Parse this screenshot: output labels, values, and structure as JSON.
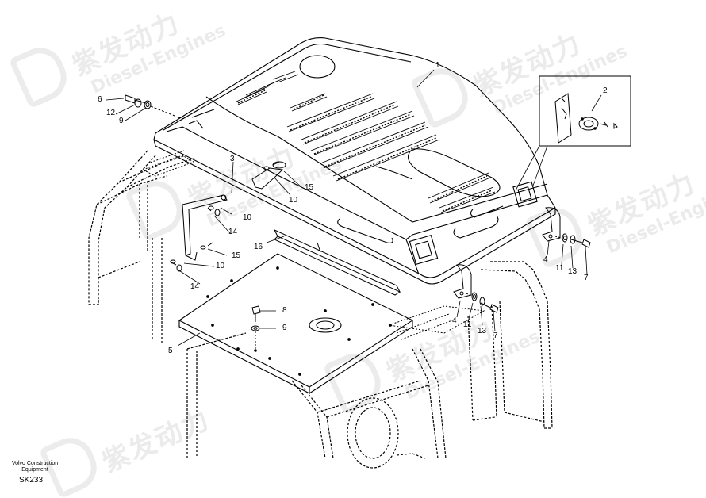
{
  "watermark": {
    "brand_cn": "紫发动力",
    "brand_en": "Diesel-Engines"
  },
  "footer": {
    "company": "Volvo Construction",
    "subtitle": "Equipment",
    "drawing_code": "SK233"
  },
  "callouts": {
    "c1": "1",
    "c2": "2",
    "c3": "3",
    "c4a": "4",
    "c4b": "4",
    "c5": "5",
    "c6": "6",
    "c7a": "7",
    "c7b": "7",
    "c8": "8",
    "c9a": "9",
    "c9b": "9",
    "c10a": "10",
    "c10b": "10",
    "c10c": "10",
    "c11a": "11",
    "c11b": "11",
    "c12": "12",
    "c13a": "13",
    "c13b": "13",
    "c14a": "14",
    "c14b": "14",
    "c15a": "15",
    "c15b": "15",
    "c16": "16"
  },
  "colors": {
    "line": "#000000",
    "watermark": "#ebebeb",
    "background": "#ffffff"
  }
}
